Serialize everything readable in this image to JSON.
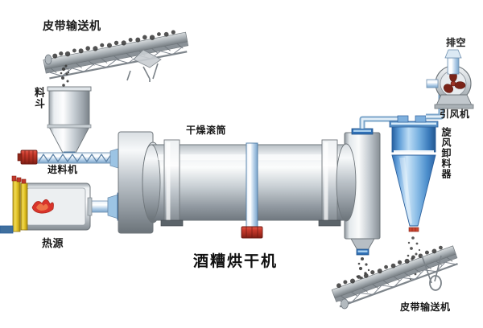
{
  "diagram": {
    "title": "酒糟烘干机",
    "background_color": "#ffffff",
    "text_color": "#1a1a1a"
  },
  "labels": {
    "belt_conveyor_top": "皮带输送机",
    "hopper": "料斗",
    "feeder": "进料机",
    "heat_source": "热源",
    "drying_drum": "干燥滚筒",
    "exhaust": "排空",
    "induced_draft_fan": "引风机",
    "cyclone_discharger": "旋风卸料器",
    "belt_conveyor_bottom": "皮带输送机"
  },
  "components": [
    {
      "name": "belt-conveyor-top",
      "label": "皮带输送机",
      "type": "conveyor"
    },
    {
      "name": "hopper",
      "label": "料斗",
      "type": "vessel"
    },
    {
      "name": "screw-feeder",
      "label": "进料机",
      "type": "screw-conveyor"
    },
    {
      "name": "heat-source",
      "label": "热源",
      "type": "furnace"
    },
    {
      "name": "drying-drum",
      "label": "干燥滚筒",
      "type": "rotary-drum"
    },
    {
      "name": "discharge-chamber",
      "label": "",
      "type": "chamber"
    },
    {
      "name": "cyclone-discharger",
      "label": "旋风卸料器",
      "type": "cyclone"
    },
    {
      "name": "induced-draft-fan",
      "label": "引风机",
      "type": "fan"
    },
    {
      "name": "exhaust-stack",
      "label": "排空",
      "type": "stack"
    },
    {
      "name": "belt-conveyor-bottom",
      "label": "皮带输送机",
      "type": "conveyor"
    }
  ],
  "colors": {
    "steel_light": "#e8ecef",
    "steel_mid": "#b9c0c6",
    "steel_dark": "#7e868d",
    "drum_highlight": "#f2f4f6",
    "cyclone_blue": "#4a8fd4",
    "cyclone_blue_light": "#cfe4f6",
    "duct_blue": "#9cc4e4",
    "motor_red": "#c0392b",
    "burner_yellow": "#e8c830",
    "flame_red": "#d9342b",
    "outline": "#6a7176",
    "material_gray": "#4a4a4a"
  }
}
